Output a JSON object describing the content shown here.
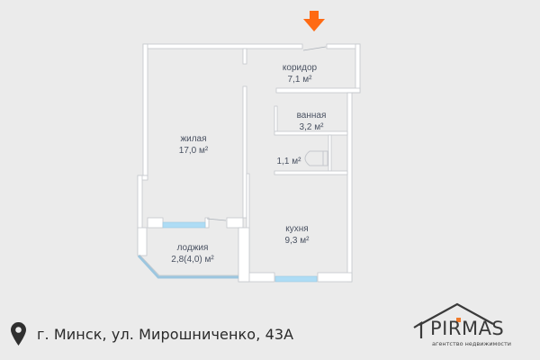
{
  "plan": {
    "entrance_arrow_color": "#ff6a13",
    "window_color": "#aedcf5",
    "wall_fill": "#ffffff",
    "wall_stroke": "#c4c7cc",
    "rooms": [
      {
        "name": "коридор",
        "area": "7,1 м²"
      },
      {
        "name": "жилая",
        "area": "17,0 м²"
      },
      {
        "name": "ванная",
        "area": "3,2 м²"
      },
      {
        "name": "",
        "area": "1,1 м²"
      },
      {
        "name": "кухня",
        "area": "9,3 м²"
      },
      {
        "name": "лоджия",
        "area": "2,8(4,0) м²"
      }
    ]
  },
  "footer": {
    "icon": "map-pin-icon",
    "address": "г. Минск, ул. Мирошниченко, 43А"
  },
  "logo": {
    "brand": "PIRMAS",
    "tagline": "агентство недвижимости",
    "accent_color": "#f07a2a"
  }
}
